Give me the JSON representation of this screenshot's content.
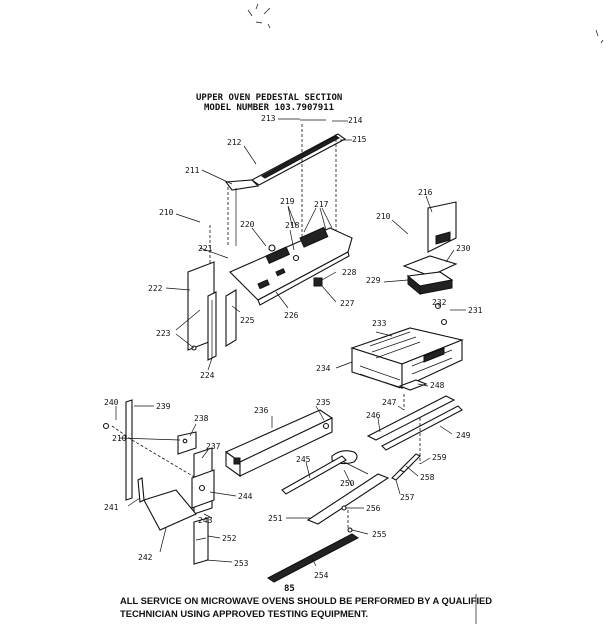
{
  "header": {
    "title": "UPPER OVEN PEDESTAL SECTION",
    "model": "MODEL NUMBER 103.7907911"
  },
  "footer": {
    "line1": "ALL SERVICE ON MICROWAVE OVENS SHOULD BE PERFORMED BY A QUALIFIED",
    "line2": "TECHNICIAN USING APPROVED TESTING EQUIPMENT."
  },
  "page_code": "85",
  "callouts": {
    "c213": "213",
    "c214": "214",
    "c215": "215",
    "c212": "212",
    "c211": "211",
    "c210a": "210",
    "c219": "219",
    "c217": "217",
    "c220": "220",
    "c218a": "218",
    "c221": "221",
    "c228": "228",
    "c222": "222",
    "c227": "227",
    "c226": "226",
    "c225": "225",
    "c223": "223",
    "c224": "224",
    "c216": "216",
    "c210b": "210",
    "c230": "230",
    "c229": "229",
    "c232": "232",
    "c231": "231",
    "c233": "233",
    "c234": "234",
    "c248": "248",
    "c247": "247",
    "c246": "246",
    "c249": "249",
    "c259": "259",
    "c258": "258",
    "c257": "257",
    "c240": "240",
    "c239": "239",
    "c238": "238",
    "c210c": "210",
    "c237": "237",
    "c236": "236",
    "c235": "235",
    "c241": "241",
    "c244": "244",
    "c245a": "245",
    "c250": "250",
    "c243": "243",
    "c242": "242",
    "c252": "252",
    "c253": "253",
    "c251": "251",
    "c256": "256",
    "c255": "255",
    "c254": "254"
  }
}
